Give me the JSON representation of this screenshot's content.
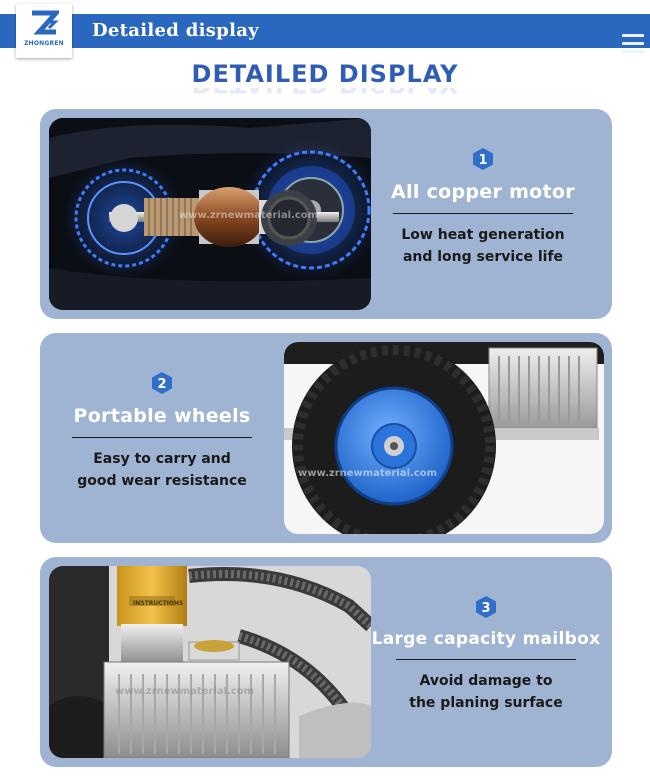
{
  "header": {
    "title": "Detailed display",
    "logo_text": "ZHONGREN"
  },
  "page_title": "DETAILED DISPLAY",
  "features": [
    {
      "number": "1",
      "title": "All copper motor",
      "desc_line1": "Low heat generation",
      "desc_line2": "and long service life",
      "watermark": "www.zrnewmaterial.com"
    },
    {
      "number": "2",
      "title": "Portable wheels",
      "desc_line1": "Easy to carry and",
      "desc_line2": "good wear resistance",
      "watermark": "www.zrnewmaterial.com"
    },
    {
      "number": "3",
      "title": "Large capacity mailbox",
      "desc_line1": "Avoid damage to",
      "desc_line2": "the planing surface",
      "watermark": "www.zrnewmaterial.com",
      "label_text": "INSTRUCTIONS"
    }
  ],
  "colors": {
    "header_blue": "#2a68c0",
    "card_bg": "#9fb4d2",
    "title_blue": "#2f5db5",
    "badge_blue": "#2f6ec9"
  }
}
